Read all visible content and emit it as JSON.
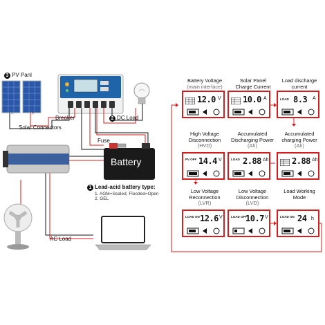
{
  "left": {
    "pv_badge": "3",
    "pv_label": "PV Panl",
    "solar_connectors": "Solar Connectors",
    "breaker": "Breaker",
    "dc_badge": "2",
    "dc_load": "DC Load",
    "fuse": "Fuse",
    "battery": "Battery",
    "battery_badge": "1",
    "battery_type_title": "Lead-acid battery type:",
    "battery_type_1": "1. AGM=Sealed, Flooded=Open",
    "battery_type_2": "2. GEL",
    "ac_load": "AC Load"
  },
  "modes": [
    {
      "title": "Battery Voltage",
      "sub": "(main interface)",
      "tag": "",
      "value": "12.0",
      "unit": "V"
    },
    {
      "title": "Solar Panel",
      "sub": "Charge Current",
      "tag": "",
      "value": "10.0",
      "unit": "A"
    },
    {
      "title": "Load discharge",
      "sub": "current",
      "tag": "LOAD",
      "value": "8.3",
      "unit": "A"
    },
    {
      "title": "High Voltage",
      "sub": "Disconnection",
      "sub2": "(HVD)",
      "tag": "PV OFF",
      "value": "14.4",
      "unit": "V"
    },
    {
      "title": "Accumulated",
      "sub": "Discharging Power",
      "sub2": "(Ah)",
      "tag": "LOAD",
      "value": "2.88",
      "unit": "Ah"
    },
    {
      "title": "Accumulated",
      "sub": "charging Power",
      "sub2": "(Ah)",
      "tag": "",
      "value": "2.88",
      "unit": "Ah"
    },
    {
      "title": "Low Voltage",
      "sub": "Reconnection",
      "sub2": "(LVR)",
      "tag": "LOAD ON",
      "value": "12.6",
      "unit": "V"
    },
    {
      "title": "Low Voltage",
      "sub": "Disconnection",
      "sub2": "(LVD)",
      "tag": "LOAD OFF",
      "value": "10.7",
      "unit": "V"
    },
    {
      "title": "Load Working",
      "sub": "Mode",
      "tag": "LOAD ON",
      "value": "24",
      "unit": "h"
    }
  ],
  "colors": {
    "accent_red": "#d51d1d",
    "panel_blue": "#2f5fb3",
    "controller_blue": "#1f63a8",
    "battery_black": "#1a1a1a"
  }
}
